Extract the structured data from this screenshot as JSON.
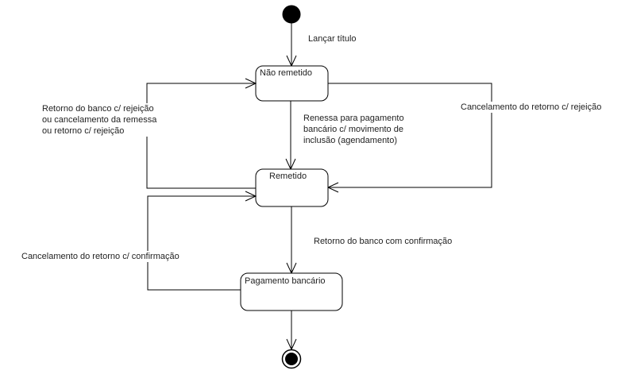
{
  "diagram": {
    "type": "uml-state-machine",
    "states": [
      {
        "id": "nao_remetido",
        "name": "Não remetido"
      },
      {
        "id": "remetido",
        "name": "Remetido"
      },
      {
        "id": "pagamento_bancario",
        "name": "Pagamento bancário"
      }
    ],
    "initial_state": {
      "name": "initial-state",
      "target": "nao_remetido"
    },
    "final_state": {
      "name": "final-state",
      "source": "pagamento_bancario"
    },
    "transitions": [
      {
        "id": "t_initial",
        "from": "initial",
        "to": "nao_remetido",
        "label": "Lançar título"
      },
      {
        "id": "t_remessa",
        "from": "nao_remetido",
        "to": "remetido",
        "label_lines": [
          "Renessa para pagamento",
          "bancário c/ movimento de",
          "inclusão (agendamento)"
        ]
      },
      {
        "id": "t_retorno_rejeicao",
        "from": "remetido",
        "to": "nao_remetido",
        "label_lines": [
          "Retorno do banco c/ rejeição",
          "ou cancelamento da remessa",
          "ou retorno c/ rejeição"
        ]
      },
      {
        "id": "t_cancel_rejeicao",
        "from": "nao_remetido",
        "to": "remetido",
        "label": "Cancelamento do retorno c/ rejeição"
      },
      {
        "id": "t_confirmacao",
        "from": "remetido",
        "to": "pagamento_bancario",
        "label": "Retorno do banco com confirmação"
      },
      {
        "id": "t_cancel_confirmacao",
        "from": "pagamento_bancario",
        "to": "remetido",
        "label": "Cancelamento do retorno c/ confirmação"
      },
      {
        "id": "t_final",
        "from": "pagamento_bancario",
        "to": "final",
        "label": ""
      }
    ]
  },
  "colors": {
    "stroke": "#000000",
    "text": "#222222",
    "background": "#ffffff"
  }
}
